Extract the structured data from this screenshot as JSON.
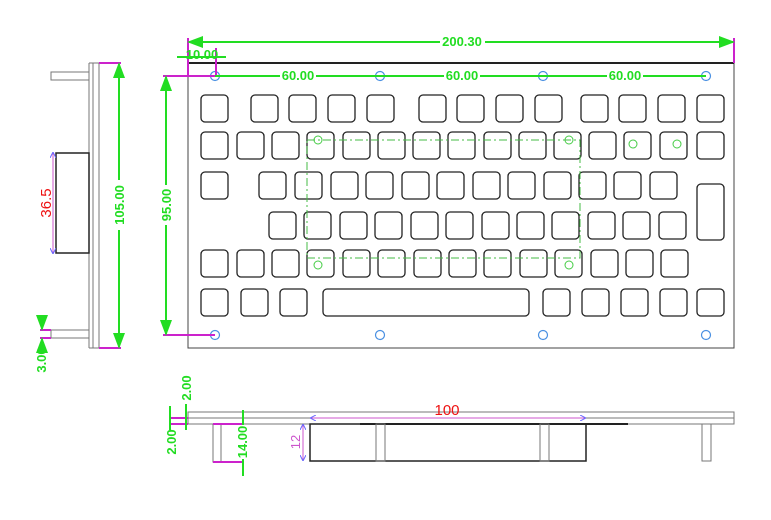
{
  "drawing": {
    "title": "Keyboard panel dimension drawing",
    "front_view": {
      "overall_width": "200.30",
      "hole_offset": "10.00",
      "hole_spacing": [
        "60.00",
        "60.00",
        "60.00"
      ],
      "hole_vertical_spacing": "95.00",
      "key_rows": 6
    },
    "side_view": {
      "overall_height": "105.00",
      "module_height": "36.5",
      "pin_offset": "3.00"
    },
    "bottom_view": {
      "module_width": "100",
      "module_depth": "12",
      "panel_thickness_top": "2.00",
      "panel_thickness_bottom": "2.00",
      "pin_length": "14.00"
    },
    "colors": {
      "dimension": "#22dd22",
      "extension": "#cc22cc",
      "hole": "#4a90e2",
      "highlight": "#ee1111",
      "outline": "#222222"
    }
  }
}
